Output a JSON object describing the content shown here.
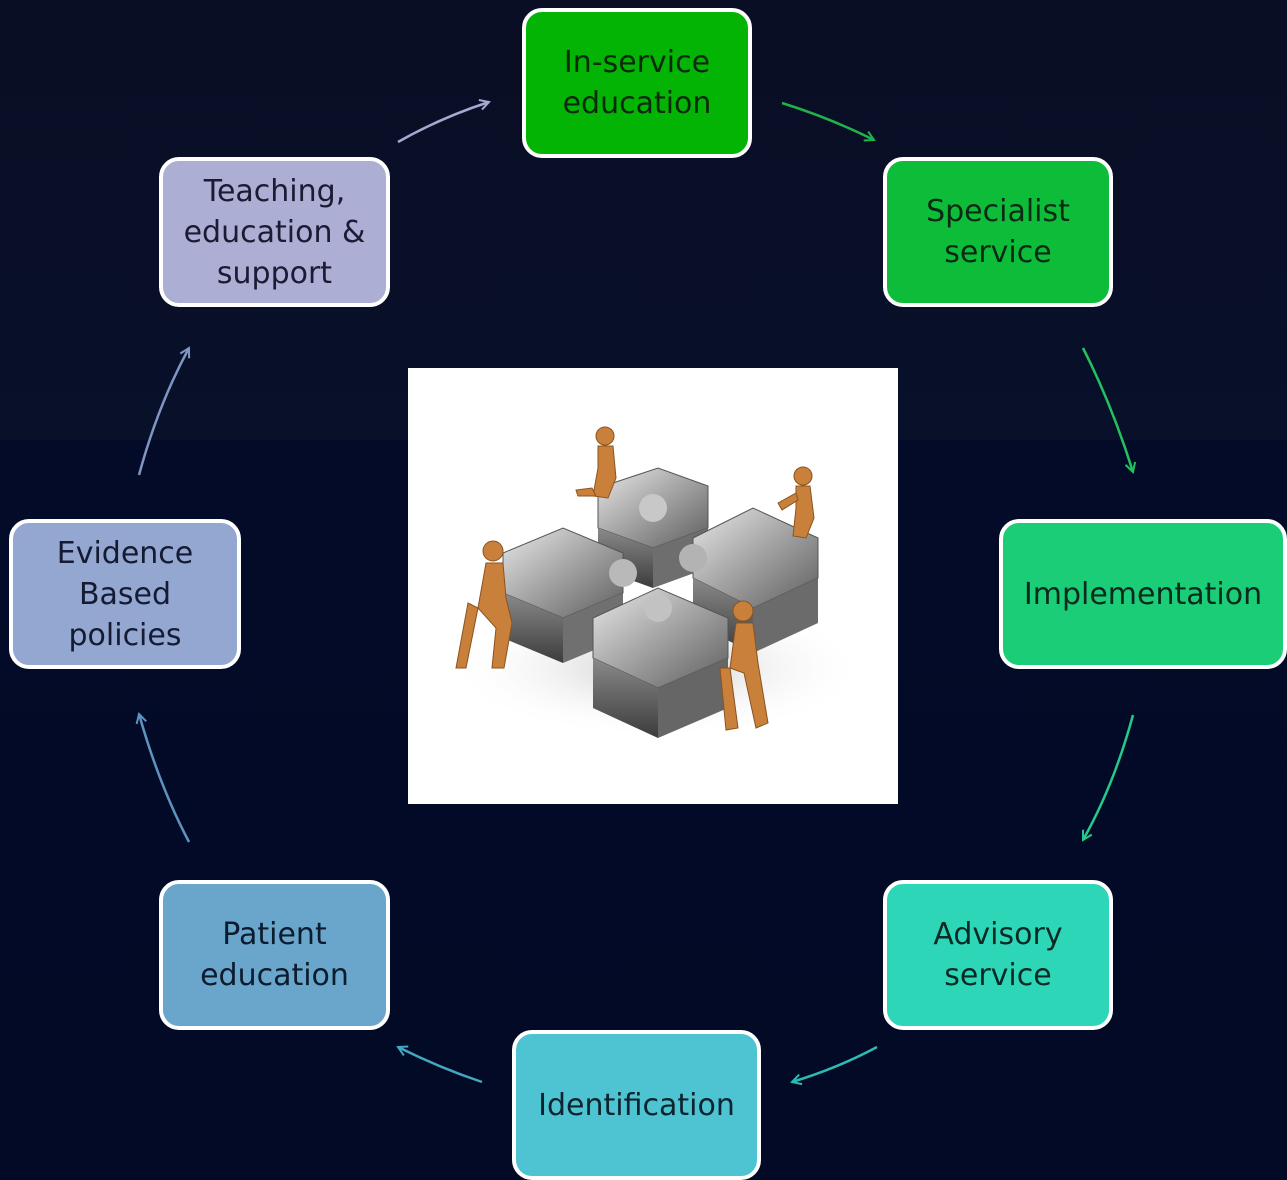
{
  "nodes": [
    {
      "id": "in-service-education",
      "label": "In-service\neducation",
      "fill": "#04b404",
      "text_color": "#0b2a0b"
    },
    {
      "id": "specialist-service",
      "label": "Specialist\nservice",
      "fill": "#0dbd3a",
      "text_color": "#0b2a14"
    },
    {
      "id": "implementation",
      "label": "Implementation",
      "fill": "#1ccd77",
      "text_color": "#0b2a1d"
    },
    {
      "id": "advisory-service",
      "label": "Advisory\nservice",
      "fill": "#2ed6b8",
      "text_color": "#0b2a26"
    },
    {
      "id": "identification",
      "label": "Identification",
      "fill": "#4ec4d2",
      "text_color": "#0b2430"
    },
    {
      "id": "patient-education",
      "label": "Patient\neducation",
      "fill": "#6aa6cc",
      "text_color": "#0b1c2e"
    },
    {
      "id": "evidence-based-policies",
      "label": "Evidence\nBased\npolicies",
      "fill": "#93a7d1",
      "text_color": "#141b33"
    },
    {
      "id": "teaching-education-support",
      "label": "Teaching,\neducation &\nsupport",
      "fill": "#acaed4",
      "text_color": "#1b1b33"
    }
  ],
  "arrow_colors": [
    "#1fb34a",
    "#22c35e",
    "#24c98c",
    "#2fb9b4",
    "#44a7c0",
    "#5e93bf",
    "#7f95c4",
    "#a7a8d0"
  ],
  "center_image": {
    "description_icon": "puzzle-figures-icon",
    "background": "#ffffff"
  }
}
